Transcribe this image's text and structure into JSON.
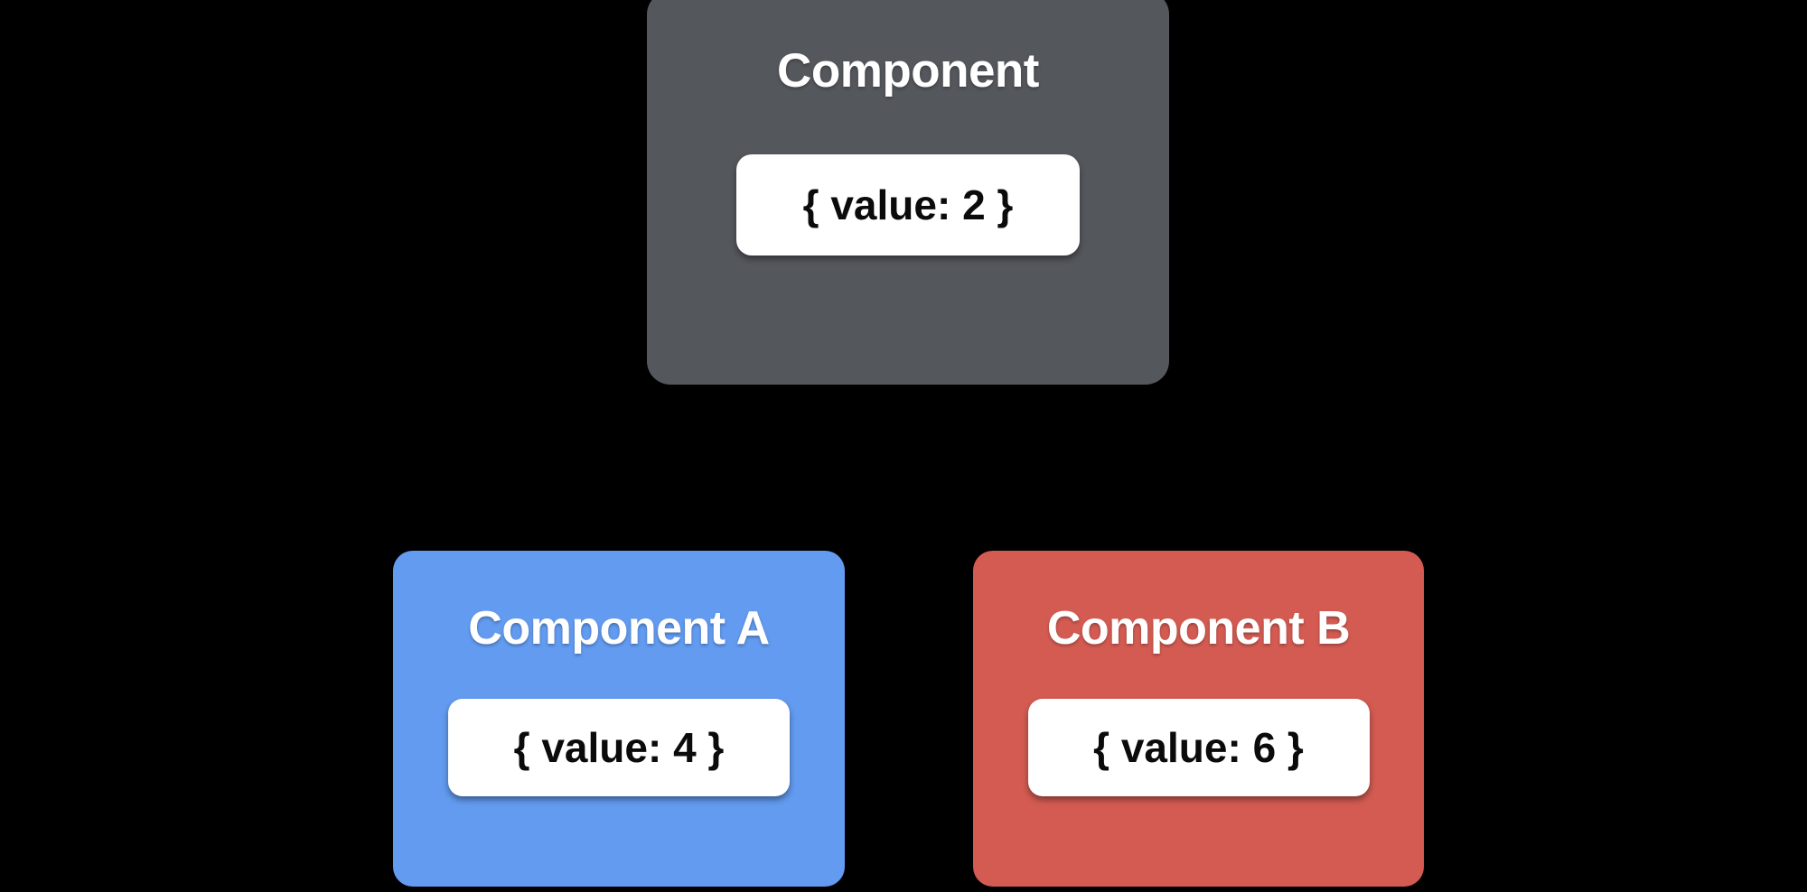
{
  "diagram": {
    "background_color": "#000000",
    "type": "component-tree",
    "nodes": [
      {
        "id": "root",
        "title": "Component",
        "value_label": "{ value: 2 }",
        "value": 2,
        "color": "#54575C",
        "role": "parent"
      },
      {
        "id": "child-a",
        "title": "Component A",
        "value_label": "{ value: 4 }",
        "value": 4,
        "color": "#629BF0",
        "role": "child"
      },
      {
        "id": "child-b",
        "title": "Component B",
        "value_label": "{ value: 6 }",
        "value": 6,
        "color": "#D35B52",
        "role": "child"
      }
    ]
  }
}
